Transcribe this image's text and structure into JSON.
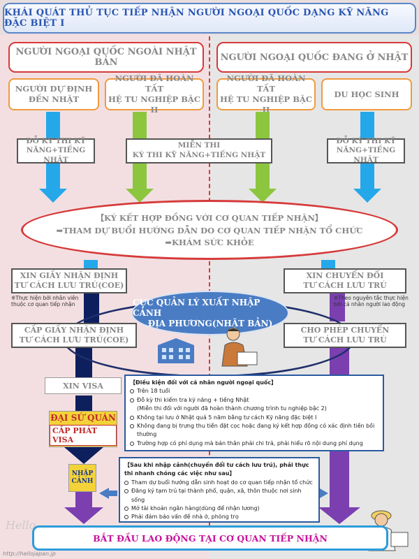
{
  "title": "KHÁI QUÁT THỦ TỤC TIẾP NHẬN NGƯỜI NGOẠI QUỐC DẠNG KỸ NĂNG ĐẶC BIỆT I",
  "left_header": "NGƯỜI NGOẠI QUỐC NGOÀI NHẬT BẢN",
  "right_header": "NGƯỜI NGOẠI QUỐC ĐANG Ở NHẬT",
  "categories": {
    "c1": [
      "NGƯỜI DỰ ĐỊNH",
      "ĐẾN NHẬT"
    ],
    "c2": [
      "NGƯỜI ĐÃ HOÀN TẤT",
      "HỆ TU NGHIỆP BẬC II"
    ],
    "c3": [
      "NGƯỜI ĐÃ HOÀN TẤT",
      "HỆ TU NGHIỆP BẬC II"
    ],
    "c4": "DU HỌC SINH"
  },
  "exams": {
    "e1": [
      "ĐỖ KỲ THI KỸ",
      "NĂNG+TIẾNG NHẬT"
    ],
    "e2": [
      "MIỄN THI",
      "KỲ THI KỸ NĂNG+TIẾNG NHẬT"
    ],
    "e3": [
      "ĐỖ KỲ THI KỸ",
      "NĂNG+TIẾNG NHẬT"
    ]
  },
  "contract": {
    "line1": "【KÝ KẾT HỢP ĐỒNG VỚI CƠ QUAN TIẾP NHẬN】",
    "line2": "➡THAM DỰ BUỔI HƯỚNG DẪN DO CƠ QUAN TIẾP NHẬN TỔ CHỨC",
    "line3": "➡KHÁM SỨC KHỎE"
  },
  "coe_apply": [
    "XIN GIẤY NHẬN ĐỊNH",
    "TƯ CÁCH LƯU TRÚ(COE)"
  ],
  "coe_note": [
    "※Thực hiện bởi nhân viên",
    "thuộc cơ quan tiếp nhận"
  ],
  "change_apply": [
    "XIN CHUYỂN ĐỔI",
    "TƯ CÁCH LƯU TRÚ"
  ],
  "change_note": [
    "※Theo nguyên tắc thực hiện",
    "bởi cá nhân người lao động"
  ],
  "immigration": [
    "CỤC QUẢN LÝ XUẤT NHẬP CẢNH",
    "ĐỊA PHƯƠNG(NHẬT BẢN)"
  ],
  "coe_issue": [
    "CẤP GIẤY NHẬN ĐỊNH",
    "TƯ CÁCH LƯU TRÚ(COE)"
  ],
  "change_allow": [
    "CHO PHÉP CHUYỂN",
    "TƯ CÁCH LƯU TRÚ"
  ],
  "visa_apply": "XIN VISA",
  "embassy": "ĐẠI SỨ QUÁN",
  "visa_issue": "CẤP PHÁT VISA",
  "entry": [
    "NHẬP",
    "CẢNH"
  ],
  "conditions": {
    "head": "【Điều kiện đối với cá nhân người ngoại quốc】",
    "items": [
      "Trên 18 tuổi",
      "Đỗ kỳ thi kiểm tra kỹ năng + tiếng Nhật",
      "(Miễn thi đối với người đã hoàn thành chương trình tu nghiệp bậc 2)",
      "Không tại lưu ở Nhật quá 5 năm bằng tư cách Kỹ năng đặc biệt I",
      "Không đang bị trưng thu tiền đặt cọc hoặc đang ký kết hợp đồng có xác định tiền bồi thường",
      "Trường hợp có phí dụng mà bản thân phải chi trả, phải hiểu rõ nội dung phí dụng"
    ]
  },
  "after": {
    "head": "【Sau khi nhập cảnh(chuyển đổi tư cách lưu trú), phải thực thi nhanh chóng các việc như sau】",
    "items": [
      "Tham dự buổi hướng dẫn sinh hoạt do cơ quan tiếp nhận tổ chức",
      "Đăng ký tạm trú tại thành phố, quận, xã, thôn thuộc nơi sinh sống",
      "Mở tài khoản ngân hàng(dùng để nhận lương)",
      "Phải đảm bảo vấn đề nhà ở, phòng trọ"
    ]
  },
  "final": "BẮT ĐẦU LAO ĐỘNG TẠI CƠ QUAN TIẾP NHẬN",
  "watermark": "Hello",
  "website": "http://hellojapan.jp",
  "colors": {
    "blue_arrow": "#25a8ea",
    "green_arrow": "#8cc63f",
    "navy_arrow": "#0d1f5c",
    "purple_arrow": "#7b3fb0",
    "red_border": "#d63a3a",
    "orange_border": "#ef9b3e"
  }
}
